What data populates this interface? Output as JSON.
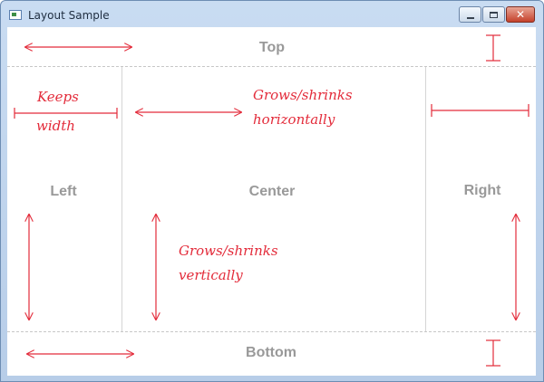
{
  "window": {
    "title": "Layout Sample",
    "controls": {
      "minimize_icon": "minimize-icon",
      "maximize_icon": "maximize-icon",
      "close_icon": "close-icon"
    }
  },
  "regions": {
    "top": "Top",
    "left": "Left",
    "center": "Center",
    "right": "Right",
    "bottom": "Bottom"
  },
  "annotations": {
    "keeps_1": "Keeps",
    "keeps_2": "width",
    "grows_h_1": "Grows/shrinks",
    "grows_h_2": "horizontally",
    "grows_v_1": "Grows/shrinks",
    "grows_v_2": "vertically"
  },
  "colors": {
    "annotation_red": "#e32b3a",
    "region_label_gray": "#999999",
    "frame_blue": "#b7cde8"
  }
}
